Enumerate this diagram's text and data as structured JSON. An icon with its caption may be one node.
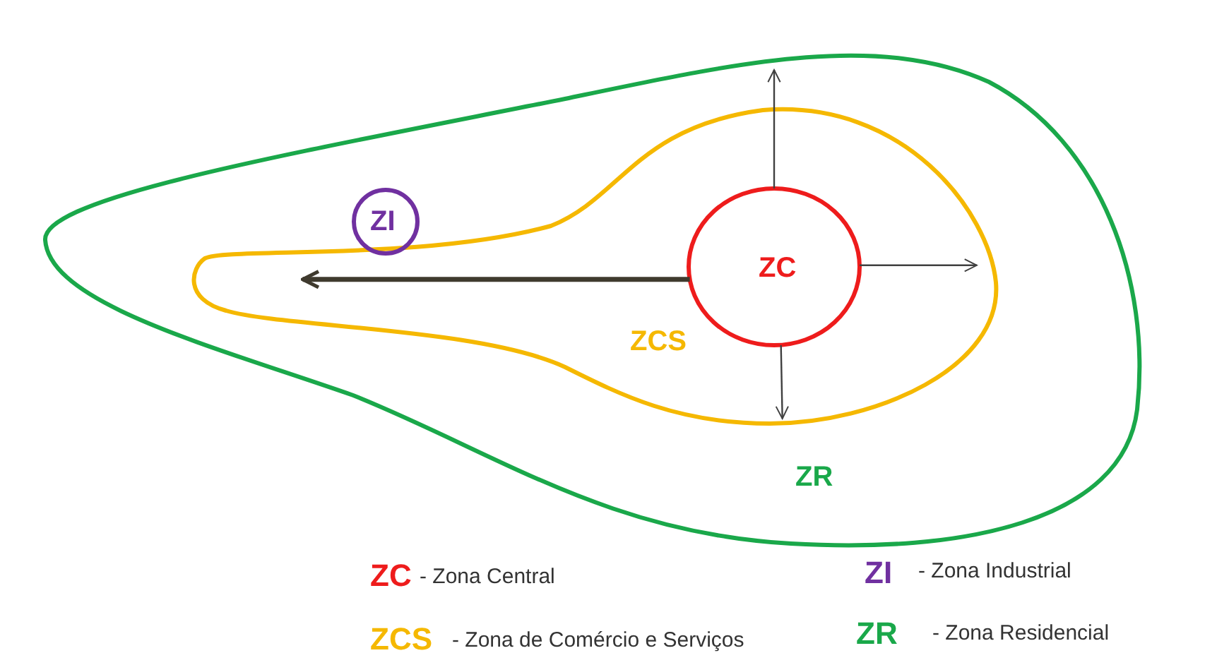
{
  "diagram": {
    "nodes": [
      {
        "text": [
          "ZR"
        ]
      },
      {
        "text": [
          "ZCS"
        ],
        "in": 0
      },
      {
        "text": [
          "ZC"
        ],
        "in": 1
      },
      {
        "text": [
          "ZI"
        ],
        "in": 0
      }
    ],
    "edges": [
      {
        "from": 2,
        "to": null,
        "arrow": "to",
        "style": "thick"
      },
      {
        "from": 2,
        "to": null,
        "arrow": "to"
      },
      {
        "from": 2,
        "to": null,
        "arrow": "to"
      },
      {
        "from": 2,
        "to": null,
        "arrow": "to"
      }
    ],
    "labels": [
      "ZC",
      "- Zona Central",
      "ZI",
      "- Zona Industrial",
      "ZCS",
      "- Zona de Comércio e Serviços",
      "ZR",
      "- Zona Residencial"
    ]
  }
}
